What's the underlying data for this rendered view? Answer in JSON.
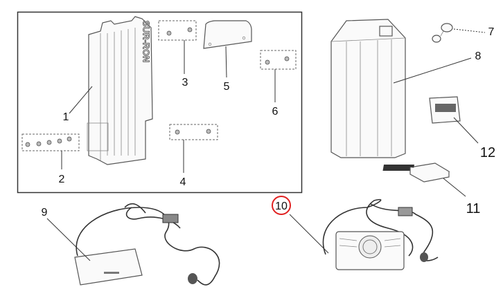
{
  "diagram": {
    "brand_text": "SUR-RON",
    "highlight_color": "#e02020",
    "callouts": [
      {
        "id": "1",
        "label": "1"
      },
      {
        "id": "2",
        "label": "2"
      },
      {
        "id": "3",
        "label": "3"
      },
      {
        "id": "4",
        "label": "4"
      },
      {
        "id": "5",
        "label": "5"
      },
      {
        "id": "6",
        "label": "6"
      },
      {
        "id": "7",
        "label": "7"
      },
      {
        "id": "8",
        "label": "8"
      },
      {
        "id": "9",
        "label": "9"
      },
      {
        "id": "10",
        "label": "10"
      },
      {
        "id": "11",
        "label": "11"
      },
      {
        "id": "12",
        "label": "12"
      }
    ]
  }
}
